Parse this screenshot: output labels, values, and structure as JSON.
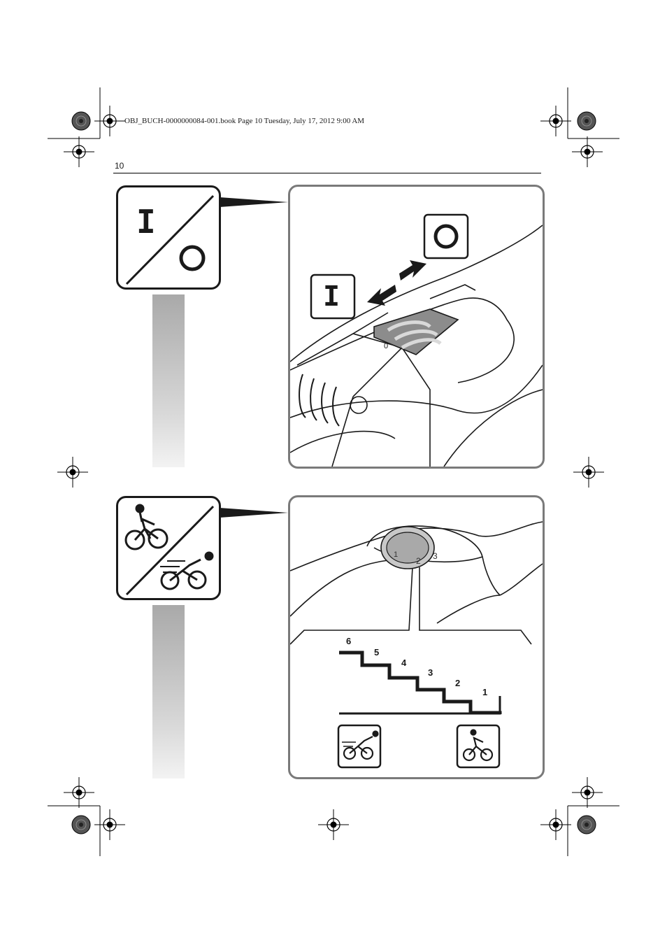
{
  "header": {
    "slug": "OBJ_BUCH-0000000084-001.book  Page 10  Tuesday, July 17, 2012  9:00 AM",
    "page_number": "10"
  },
  "figure_onoff": {
    "icon_labels": {
      "on": "I",
      "off": "O"
    },
    "button_on_label": "I",
    "button_off_label": "O",
    "switch_mark": "0"
  },
  "figure_levels": {
    "dial_numbers": [
      "1",
      "2",
      "3"
    ],
    "levels": [
      "6",
      "5",
      "4",
      "3",
      "2",
      "1"
    ]
  },
  "icons": {
    "onoff": "on-off-icon",
    "assist": "pedal-assist-icon",
    "sport_rider": "sport-cyclist-icon",
    "relaxed_rider": "relaxed-cyclist-icon"
  }
}
